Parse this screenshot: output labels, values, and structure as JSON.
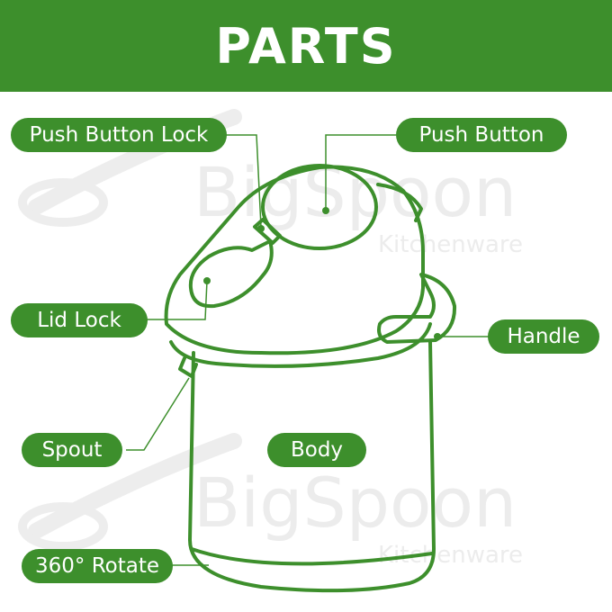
{
  "header": {
    "title": "PARTS"
  },
  "watermark": {
    "brand": "BigSpoon",
    "subtitle": "Kitchenware"
  },
  "labels": {
    "push_button_lock": "Push Button Lock",
    "push_button": "Push Button",
    "lid_lock": "Lid Lock",
    "handle": "Handle",
    "spout": "Spout",
    "body": "Body",
    "rotate": "360° Rotate"
  },
  "colors": {
    "brand_green": "#3d8f2c",
    "background": "#ffffff",
    "watermark": "#ececec"
  }
}
